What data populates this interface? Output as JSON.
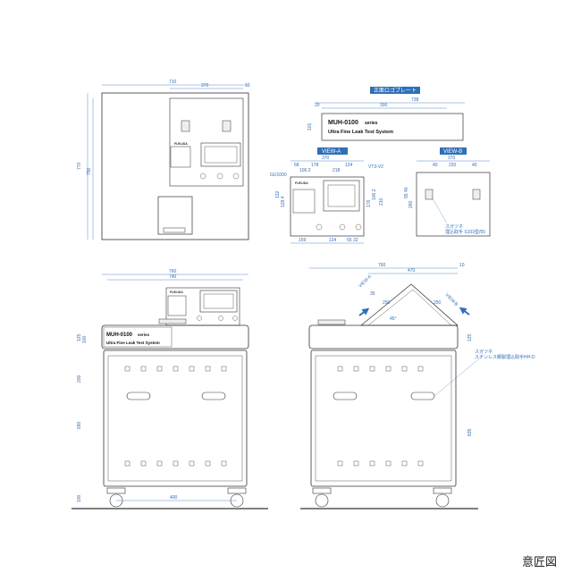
{
  "caption": "意匠図",
  "brand": "FUKUDA",
  "plate": {
    "model": "MUH-0100",
    "series": "series",
    "subtitle": "Ultra Fine Leak Test System"
  },
  "labels": {
    "logo_plate": "正面ロゴプレート",
    "view_a": "VIEW-A",
    "view_b": "VIEW-B",
    "vt_note": "VT3-V2",
    "gu_note": "GU1000",
    "vb_note1": "スガツネ",
    "vb_note2": "埋込取手 S103型/55",
    "se_note1": "スガツネ",
    "se_note2": "ステンレス鋼製埋込取手HH-D"
  },
  "dims": {
    "front_width_top": "710",
    "front_inner_width": "370",
    "front_offset": "10",
    "front_height_total": "770",
    "front_height_inner": "750",
    "plate_total": "738",
    "plate_inner": "300",
    "plate_left": "20",
    "plate_height": "101",
    "va_width": "370",
    "va_68": "68",
    "va_178": "178",
    "va_124": "124",
    "va_106": "106.2",
    "va_218": "218",
    "va_132": "132",
    "va_128_4": "128.4",
    "va_176": "176",
    "va_106_2": "106.2",
    "va_210": "210",
    "va_159": "159",
    "va_55_32": "55 32",
    "vb_width": "370",
    "vb_40a": "40",
    "vb_220": "220",
    "vb_40b": "40",
    "vb_260": "260",
    "vb_55_40": "55 40",
    "fe_total": "760",
    "fe_inner": "740",
    "fe_caster": "400",
    "h_125": "125",
    "h_100": "100",
    "h_200": "200",
    "h_690": "690",
    "h_100b": "100",
    "h_835": "835",
    "se_total": "760",
    "se_inner": "470",
    "se_offset": "10",
    "se_angle": "45°",
    "se_250a": "250",
    "se_250b": "250",
    "se_35": "35"
  }
}
